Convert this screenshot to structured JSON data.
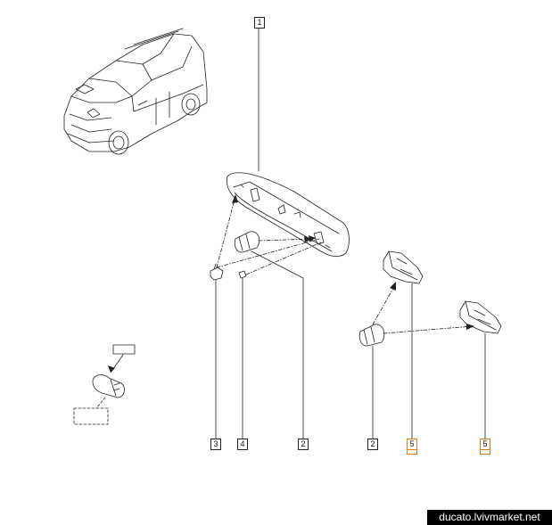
{
  "callouts": {
    "c1": "1",
    "c3": "3",
    "c4": "4",
    "c2a": "2",
    "c2b": "2",
    "c5a": "5",
    "c5b": "5"
  },
  "watermark": "ducato.lvivmarket.net",
  "colors": {
    "line": "#222222",
    "highlight": "#e07a12",
    "watermark_bg": "#000000",
    "watermark_text": "#ffffff"
  }
}
